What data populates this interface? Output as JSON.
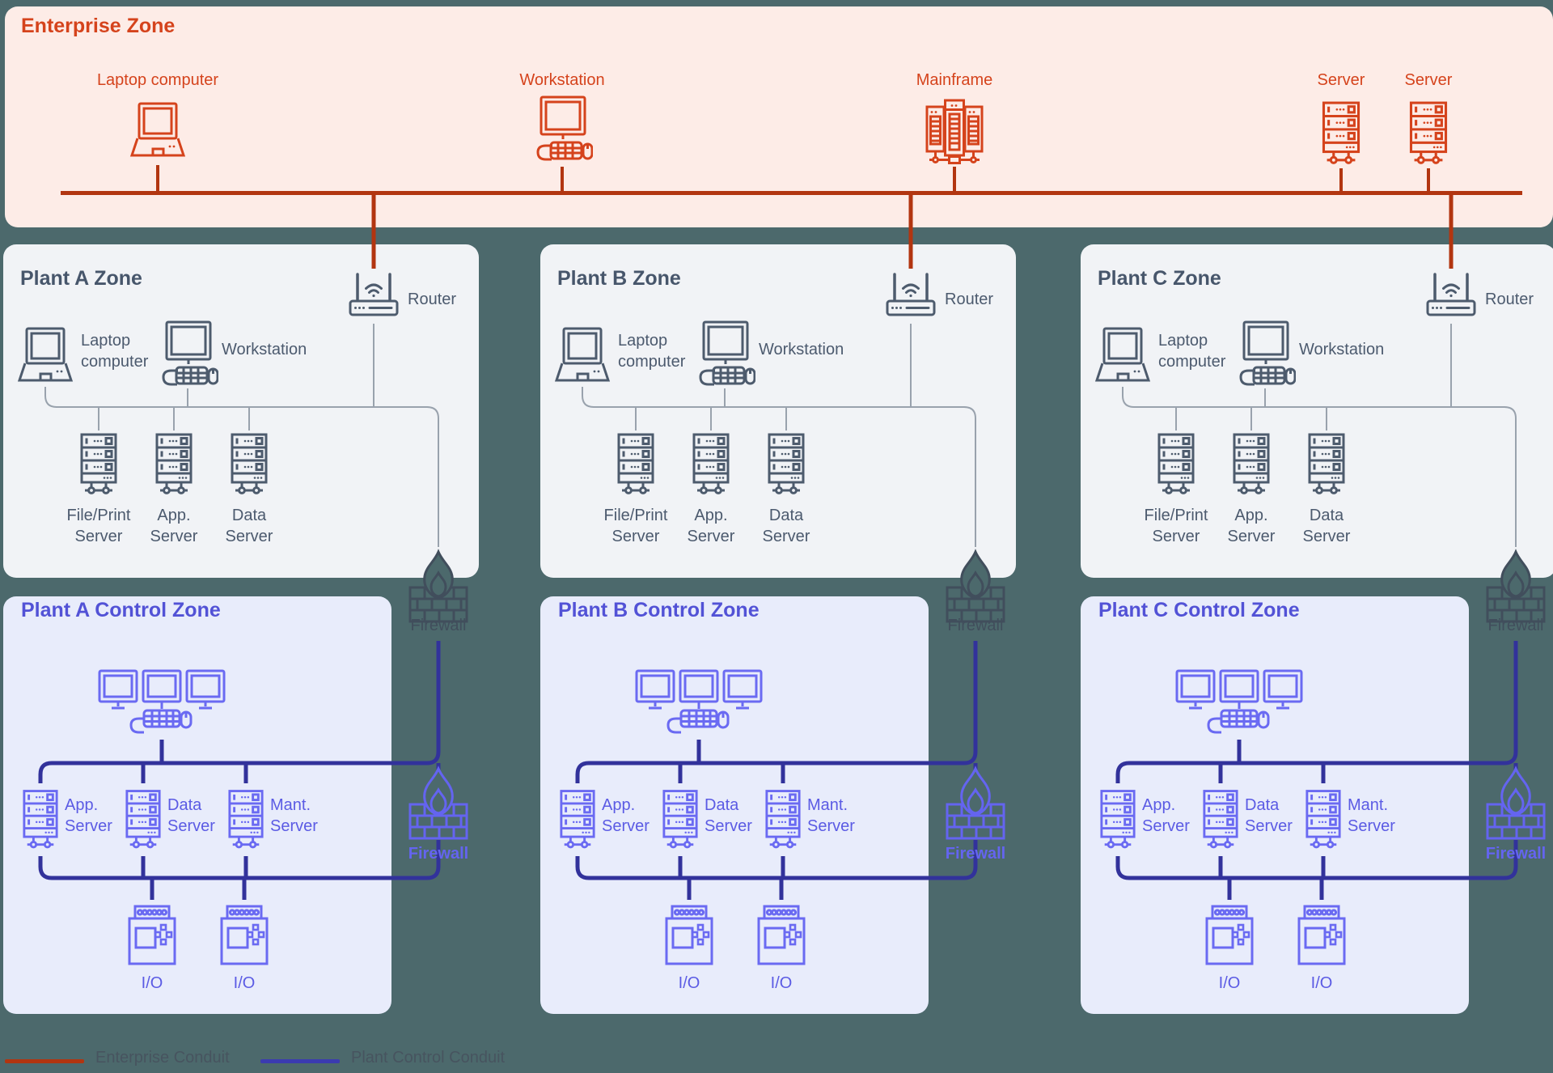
{
  "enterprise": {
    "title": "Enterprise Zone",
    "devices": [
      {
        "icon": "laptop-icon",
        "label": "Laptop computer"
      },
      {
        "icon": "workstation-icon",
        "label": "Workstation"
      },
      {
        "icon": "mainframe-icon",
        "label": "Mainframe"
      },
      {
        "icon": "server-icon",
        "label": "Server"
      },
      {
        "icon": "server-icon",
        "label": "Server"
      }
    ]
  },
  "plant_zones": [
    {
      "title": "Plant A Zone",
      "router_label": "Router",
      "laptop_label": "Laptop computer",
      "workstation_label": "Workstation",
      "servers": [
        "File/Print Server",
        "App. Server",
        "Data Server"
      ],
      "firewall_label": "Firewall"
    },
    {
      "title": "Plant B Zone",
      "router_label": "Router",
      "laptop_label": "Laptop computer",
      "workstation_label": "Workstation",
      "servers": [
        "File/Print Server",
        "App. Server",
        "Data Server"
      ],
      "firewall_label": "Firewall"
    },
    {
      "title": "Plant C Zone",
      "router_label": "Router",
      "laptop_label": "Laptop computer",
      "workstation_label": "Workstation",
      "servers": [
        "File/Print Server",
        "App. Server",
        "Data Server"
      ],
      "firewall_label": "Firewall"
    }
  ],
  "control_zones": [
    {
      "title": "Plant A Control Zone",
      "servers": [
        "App. Server",
        "Data Server",
        "Mant. Server"
      ],
      "io_labels": [
        "I/O",
        "I/O"
      ],
      "firewall_label": "Firewall"
    },
    {
      "title": "Plant B Control Zone",
      "servers": [
        "App. Server",
        "Data Server",
        "Mant. Server"
      ],
      "io_labels": [
        "I/O",
        "I/O"
      ],
      "firewall_label": "Firewall"
    },
    {
      "title": "Plant C Control Zone",
      "servers": [
        "App. Server",
        "Data Server",
        "Mant. Server"
      ],
      "io_labels": [
        "I/O",
        "I/O"
      ],
      "firewall_label": "Firewall"
    }
  ],
  "legend": [
    {
      "label": "Enterprise Conduit",
      "color": "#b23510"
    },
    {
      "label": "Plant Control Conduit",
      "color": "#3b3bb0"
    }
  ],
  "colors": {
    "background": "#4c696c",
    "enterprise_card": "#fdece7",
    "zone_card": "#f1f3f6",
    "control_card": "#e8ecfb",
    "enterprise_accent": "#d5431c",
    "enterprise_conduit": "#b23510",
    "zone_text": "#47566b",
    "zone_icon": "#4d5b6d",
    "connector_gray": "#99a2ad",
    "control_accent": "#5252d6",
    "control_icon": "#6a6af2",
    "control_conduit": "#32329b",
    "firewall_blue": "#6464f0"
  }
}
